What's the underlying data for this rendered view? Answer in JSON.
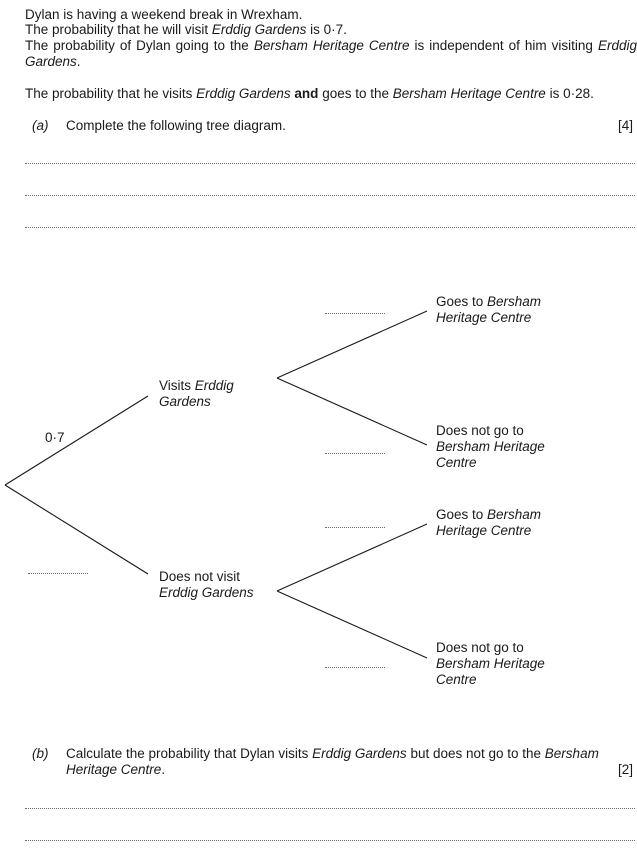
{
  "intro": {
    "line1": "Dylan is having a weekend break in Wrexham.",
    "line2_a": "The probability that he will visit ",
    "line2_b": "Erddig Gardens",
    "line2_c": " is 0·7.",
    "line3_a": "The probability of Dylan going to the ",
    "line3_b": "Bersham Heritage Centre",
    "line3_c": " is independent of him visiting ",
    "line3_d": "Erddig Gardens",
    "line3_e": ".",
    "line4_a": "The probability that he visits ",
    "line4_b": "Erddig Gardens",
    "line4_c": "and",
    "line4_d": " goes to the ",
    "line4_e": "Bersham Heritage Centre",
    "line4_f": " is 0·28."
  },
  "part_a": {
    "label": "(a)",
    "text": "Complete the following tree diagram.",
    "marks": "[4]"
  },
  "tree": {
    "first_branch_prob": "0·7",
    "visits_a": "Visits ",
    "visits_b": "Erddig",
    "visits_c": "Gardens",
    "not_visit_a": "Does not visit",
    "not_visit_b": "Erddig Gardens",
    "goes_a": "Goes to ",
    "goes_b": "Bersham",
    "goes_c": "Heritage Centre",
    "not_go_a": "Does not go to",
    "not_go_b": "Bersham Heritage",
    "not_go_c": "Centre"
  },
  "part_b": {
    "label": "(b)",
    "text_a": "Calculate the probability that Dylan visits ",
    "text_b": "Erddig Gardens",
    "text_c": " but does not go to the ",
    "text_d": "Bersham",
    "text_e": "Heritage Centre",
    "text_f": ".",
    "marks": "[2]"
  }
}
